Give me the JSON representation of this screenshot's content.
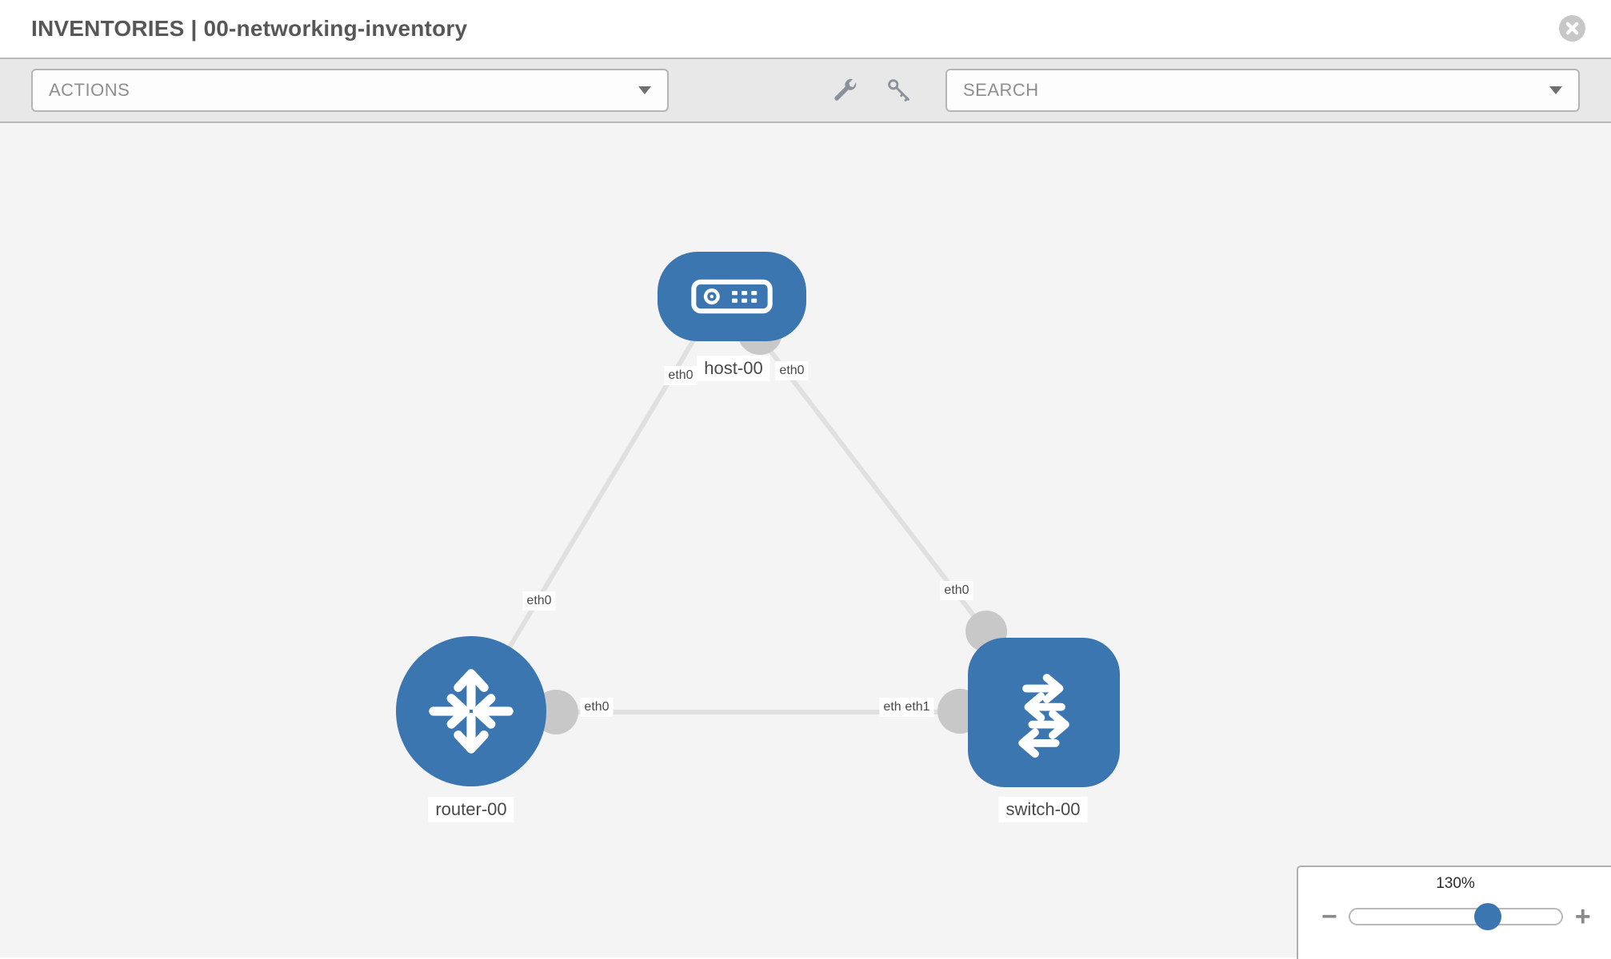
{
  "header": {
    "title": "INVENTORIES | 00-networking-inventory"
  },
  "toolbar": {
    "actions_label": "ACTIONS",
    "search_label": "SEARCH"
  },
  "canvas": {
    "nodes": [
      {
        "id": "host-00",
        "type": "host",
        "label": "host-00"
      },
      {
        "id": "router-00",
        "type": "router",
        "label": "router-00"
      },
      {
        "id": "switch-00",
        "type": "switch",
        "label": "switch-00"
      }
    ],
    "links": [
      {
        "from": "host-00",
        "to": "router-00",
        "from_if": "eth0",
        "to_if": "eth0"
      },
      {
        "from": "host-00",
        "to": "switch-00",
        "from_if": "eth0",
        "to_if": "eth0"
      },
      {
        "from": "router-00",
        "to": "switch-00",
        "from_if": "eth0",
        "to_if": "eth1",
        "to_if_overlapped": "eth0"
      }
    ]
  },
  "zoom_control": {
    "level": "130%",
    "zoom_out_label": "−",
    "zoom_in_label": "+"
  },
  "colors": {
    "node_blue": "#3b76b1",
    "link_gray": "#e0e0e0",
    "interface_gray": "#c8c8c8",
    "toolbar_bg": "#e8e8e8",
    "canvas_bg": "#f4f4f4",
    "label_text": "#4a4a4a"
  }
}
